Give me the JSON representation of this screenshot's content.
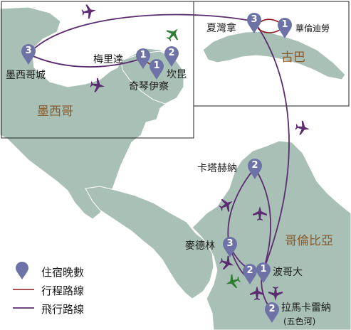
{
  "colors": {
    "sea": "#ffffff",
    "land": "#a9c0b6",
    "land_stroke": "#ffffff",
    "flight": "#5b2c6f",
    "itinerary": "#8b1a1a",
    "pin": "#6d73a6",
    "plane_purple": "#5b2c6f",
    "plane_green": "#2e7d32",
    "country_text": "#8a5a2b"
  },
  "countries": {
    "mexico": "墨西哥",
    "cuba": "古巴",
    "colombia": "哥倫比亞"
  },
  "cities": {
    "mexico_city": {
      "name": "墨西哥城",
      "nights": "3"
    },
    "merida": {
      "name": "梅里達",
      "nights": "1"
    },
    "chichen_itza": {
      "name": "奇琴伊察",
      "nights": "1"
    },
    "cancun": {
      "name": "坎昆",
      "nights": "2"
    },
    "havana": {
      "name": "夏灣拿",
      "nights": "3"
    },
    "varadero": {
      "name": "華倫迪勞",
      "nights": "1"
    },
    "cartagena": {
      "name": "卡塔赫納",
      "nights": "2"
    },
    "medellin": {
      "name": "麥德林",
      "nights": "3"
    },
    "bogota": {
      "name": "波哥大",
      "nights": "1"
    },
    "bogota_extra": {
      "nights": "2"
    },
    "la_macarena": {
      "name": "拉馬卡雷納",
      "note": "(五色河)",
      "nights": "2"
    }
  },
  "legend": {
    "nights": "住宿晚數",
    "itinerary": "行程路線",
    "flight": "飛行路線"
  }
}
